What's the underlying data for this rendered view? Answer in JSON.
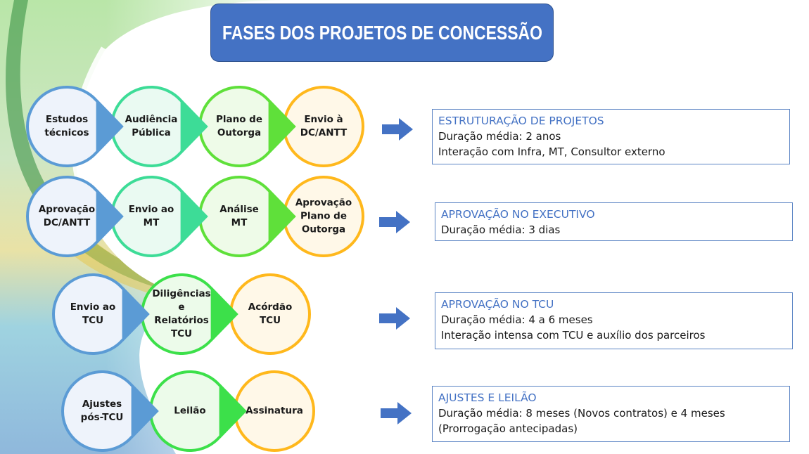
{
  "title": "FASES DOS PROJETOS DE CONCESSÃO",
  "colors": {
    "title_bg": "#4472c4",
    "blue": "#5b9bd5",
    "teal": "#3ddc97",
    "green": "#5fe03a",
    "bright_green": "#3ce04a",
    "orange": "#ffb81c",
    "heading": "#4472c4",
    "arrow": "#4472c4"
  },
  "phases": [
    {
      "steps": [
        "Estudos\ntécnicos",
        "Audiência\nPública",
        "Plano de\nOutorga",
        "Envio à\nDC/ANTT"
      ],
      "info": {
        "heading": "ESTRUTURAÇÃO DE PROJETOS",
        "lines": [
          "Duração média: 2 anos",
          "Interação com Infra, MT, Consultor externo"
        ]
      }
    },
    {
      "steps": [
        "Aprovação\nDC/ANTT",
        "Envio ao\nMT",
        "Análise\nMT",
        "Aprovação\nPlano de\nOutorga"
      ],
      "info": {
        "heading": "APROVAÇÃO NO EXECUTIVO",
        "lines": [
          "Duração média: 3 dias"
        ]
      }
    },
    {
      "steps": [
        "Envio ao\nTCU",
        "Diligências\ne\nRelatórios\nTCU",
        "Acórdão\nTCU"
      ],
      "info": {
        "heading": "APROVAÇÃO NO TCU",
        "lines": [
          "Duração média: 4 a 6 meses",
          "Interação intensa com TCU e auxílio dos parceiros"
        ]
      }
    },
    {
      "steps": [
        "Ajustes\npós-TCU",
        "Leilão",
        "Assinatura"
      ],
      "info": {
        "heading": "AJUSTES E LEILÃO",
        "lines": [
          "Duração média: 8 meses (Novos contratos) e 4 meses",
          "(Prorrogação antecipadas)"
        ]
      }
    }
  ]
}
